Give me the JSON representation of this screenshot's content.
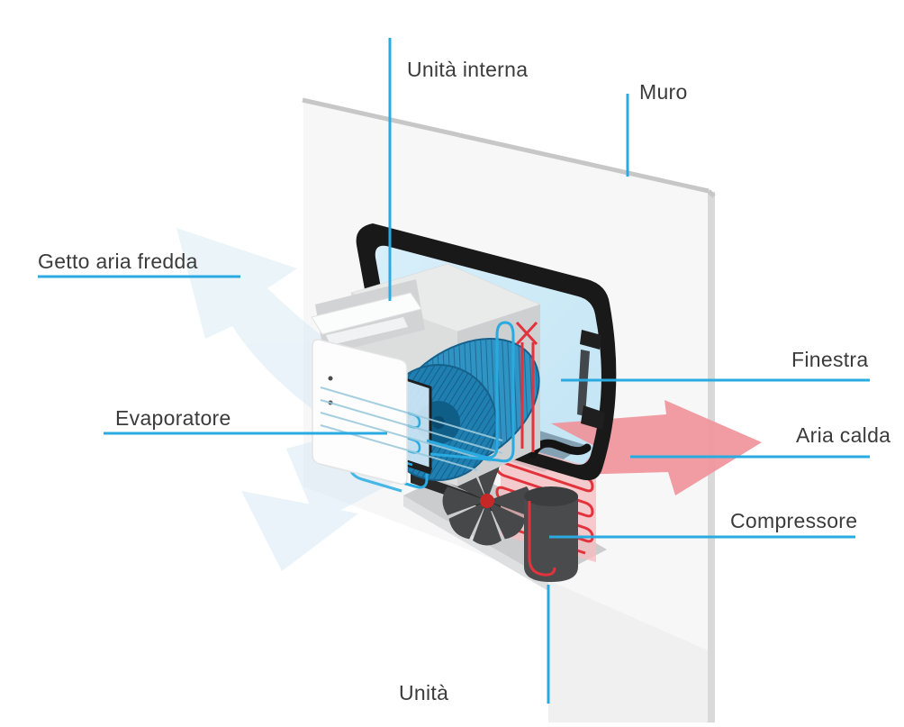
{
  "figure_labels": {
    "unita_interna": "Unità interna",
    "muro": "Muro",
    "getto_aria_fredda": "Getto aria fredda",
    "evaporatore": "Evaporatore",
    "finestra": "Finestra",
    "aria_calda": "Aria calda",
    "compressore": "Compressore",
    "unita": "Unità"
  },
  "colors": {
    "leader_line": "#29ABE2",
    "label_text": "#3B3B3B",
    "wall_fill": "#F7F7F8",
    "wall_edge": "#C8C8C9",
    "window_frame": "#1A1A1A",
    "window_glass": "#CDE9F6",
    "unit_body_gray": "#D8D9D9",
    "blower_blue": "#2587B8",
    "cold_pipe": "#29ABE2",
    "hot_pipe": "#E2333C",
    "hot_air_arrow": "#EF949B",
    "cold_air_arrow": "#D6E9F4",
    "metal_dark": "#4A4B4D"
  }
}
